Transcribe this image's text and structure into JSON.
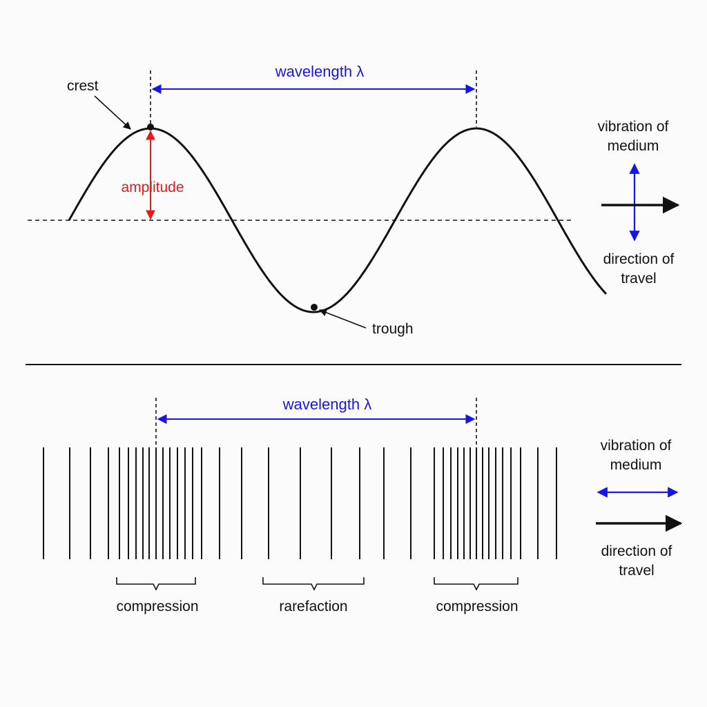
{
  "colors": {
    "ink": "#111111",
    "blue": "#1515e6",
    "red": "#e61a1a",
    "background": "#fbfbfb"
  },
  "transverse": {
    "wavelength_label": "wavelength λ",
    "crest_label": "crest",
    "amplitude_label": "amplitude",
    "trough_label": "trough",
    "vibration_label_line1": "vibration of",
    "vibration_label_line2": "medium",
    "direction_label_line1": "direction of",
    "direction_label_line2": "travel"
  },
  "longitudinal": {
    "wavelength_label": "wavelength λ",
    "compression_left_label": "compression",
    "rarefaction_label": "rarefaction",
    "compression_right_label": "compression",
    "vibration_label_line1": "vibration of",
    "vibration_label_line2": "medium",
    "direction_label_line1": "direction of",
    "direction_label_line2": "travel"
  }
}
